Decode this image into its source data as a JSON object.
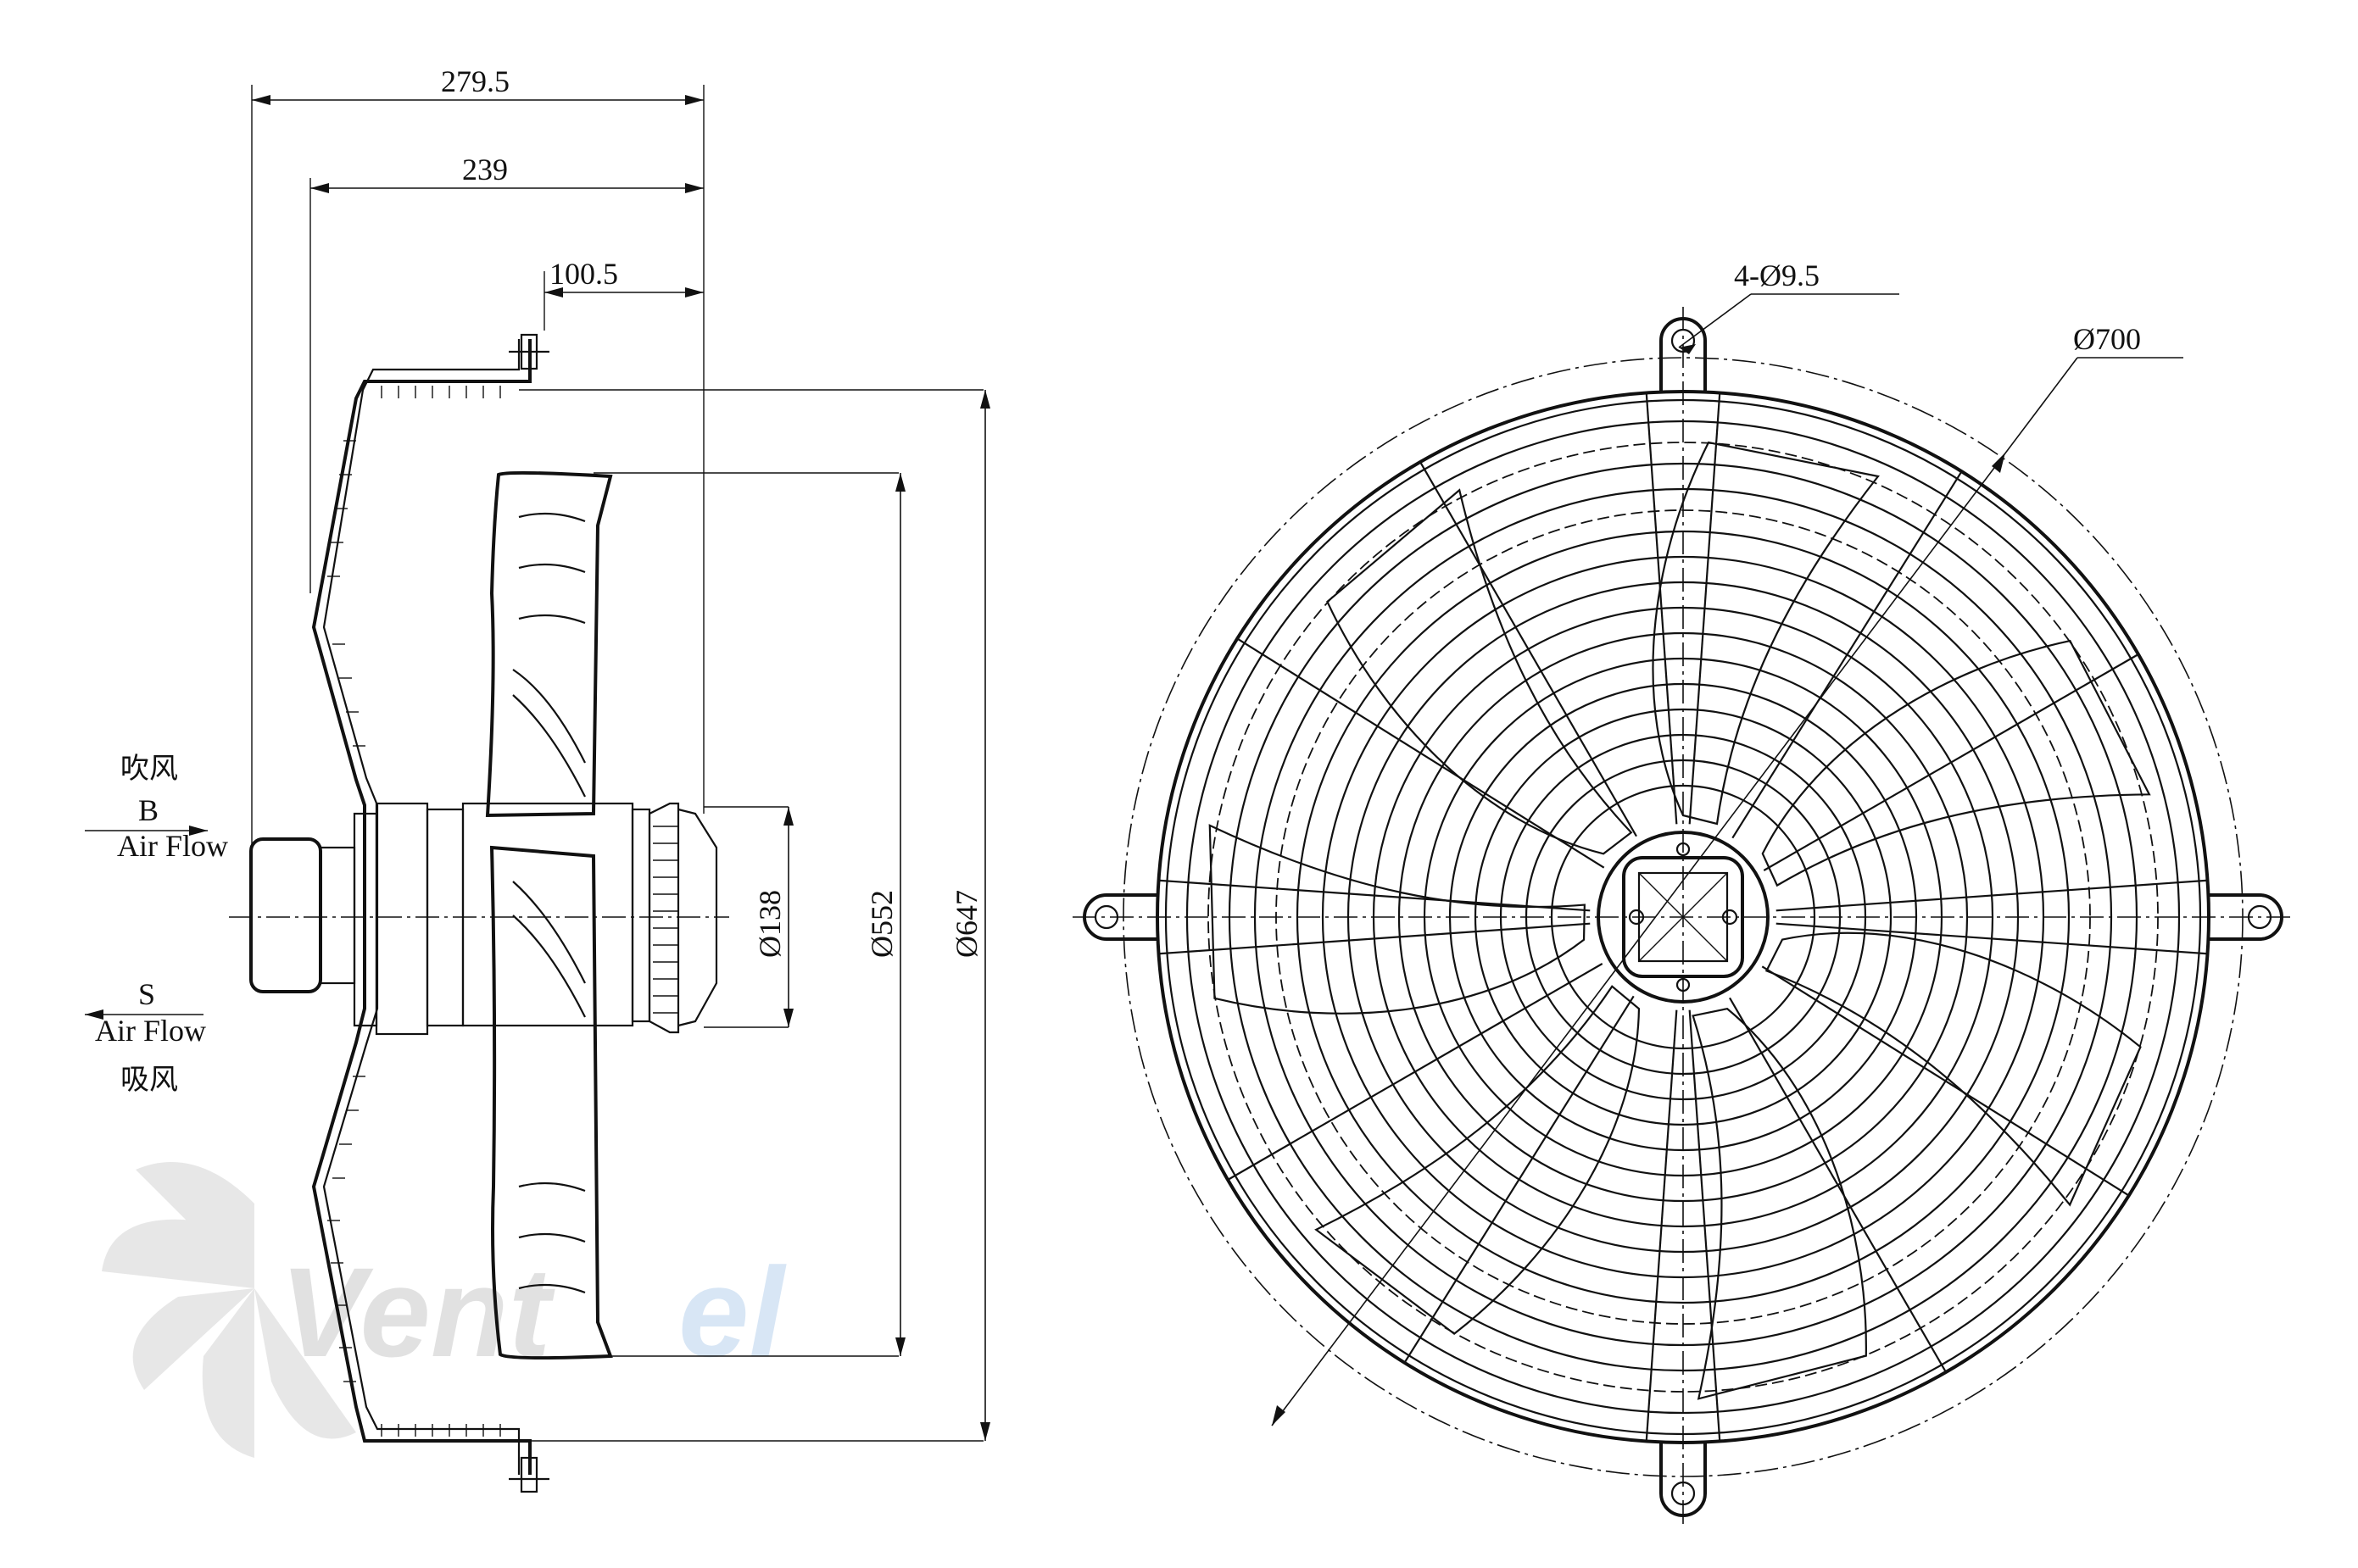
{
  "dimensions": {
    "side_view": {
      "overall_depth": "279.5",
      "guard_depth": "239",
      "mount_offset": "100.5",
      "hub_diameter": "Ø138",
      "impeller_diameter": "Ø552",
      "ring_diameter": "Ø647"
    },
    "front_view": {
      "mounting_holes": "4-Ø9.5",
      "outer_diameter": "Ø700"
    }
  },
  "airflow": {
    "blow": {
      "cn": "吹风",
      "letter": "B",
      "en": "Air Flow"
    },
    "suction": {
      "en": "Air Flow",
      "letter": "S",
      "cn": "吸风"
    }
  },
  "watermark": {
    "part1": "Vent",
    "part2": "el",
    "color1": "#c9c9c9",
    "color2": "#cfe0f2"
  }
}
